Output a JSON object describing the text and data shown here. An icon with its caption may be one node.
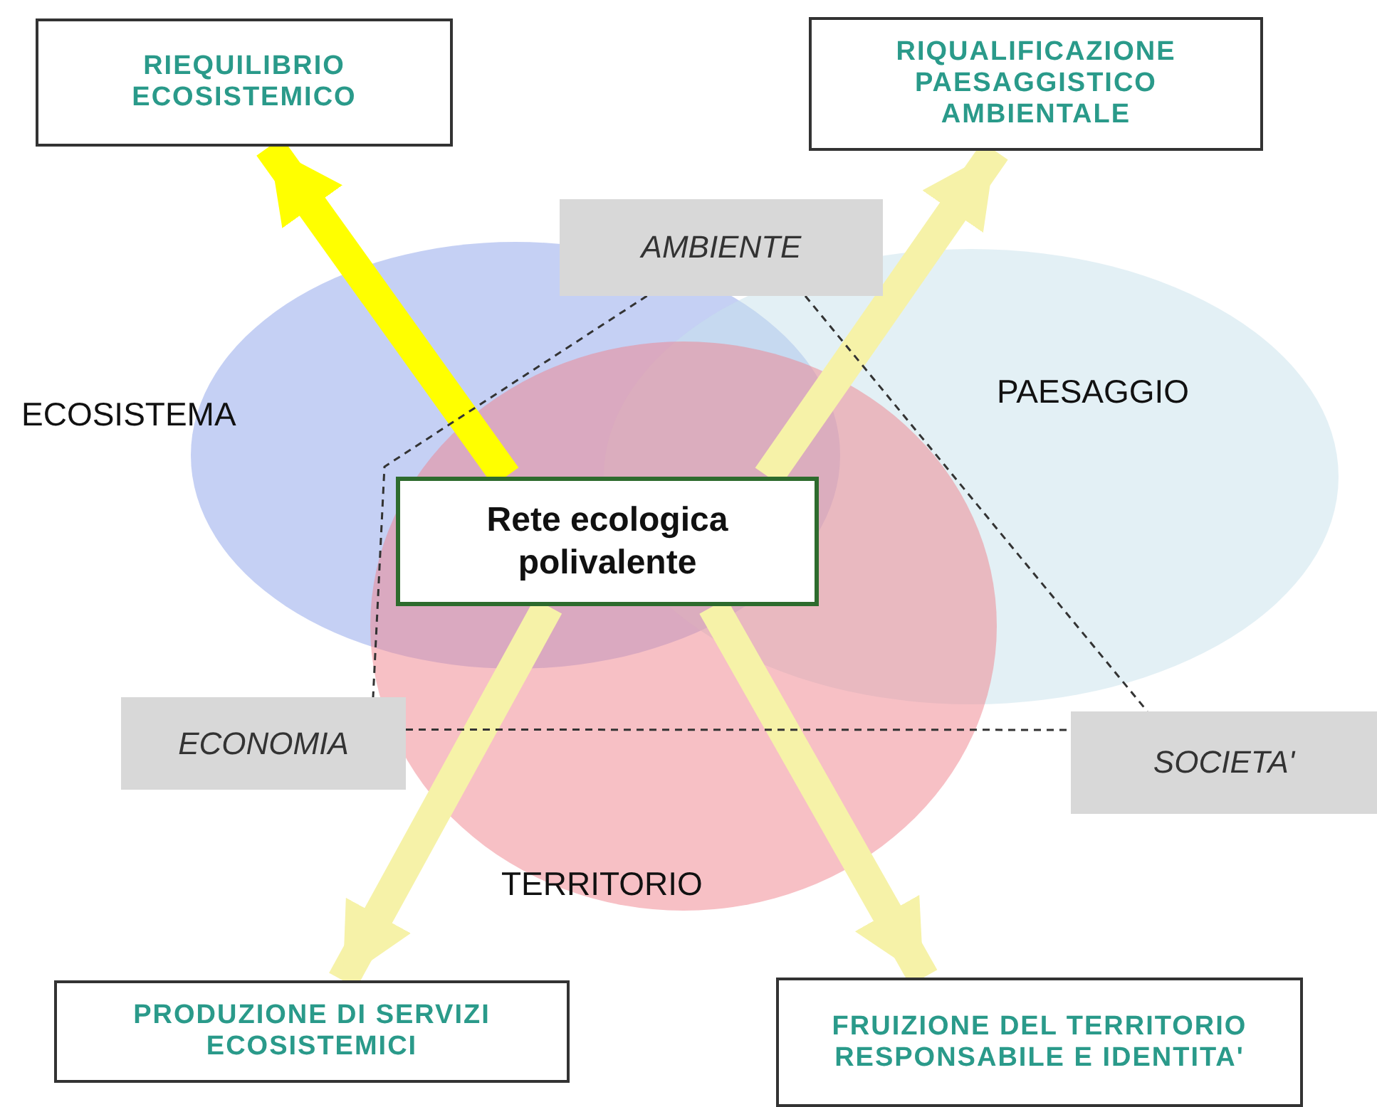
{
  "diagram": {
    "nodes": [
      {
        "text": [
          "RIEQUILIBRIO ECOSISTEMICO"
        ]
      },
      {
        "text": [
          "RIQUALIFICAZIONE PAESAGGISTICO AMBIENTALE"
        ]
      },
      {
        "text": [
          "Rete ecologica polivalente"
        ]
      },
      {
        "text": [
          "AMBIENTE"
        ]
      },
      {
        "text": [
          "ECONOMIA"
        ]
      },
      {
        "text": [
          "SOCIETA'"
        ]
      },
      {
        "text": [
          "PRODUZIONE DI SERVIZI ECOSISTEMICI"
        ]
      },
      {
        "text": [
          "FRUIZIONE DEL TERRITORIO RESPONSABILE E IDENTITA'"
        ]
      }
    ],
    "edges": [
      {
        "from": 2,
        "to": 0,
        "arrow": "to",
        "color": "#ffff00"
      },
      {
        "from": 2,
        "to": 1,
        "arrow": "to"
      },
      {
        "from": 2,
        "to": 6,
        "arrow": "to"
      },
      {
        "from": 2,
        "to": 7,
        "arrow": "to"
      },
      {
        "from": 3,
        "to": 4,
        "arrow": "none",
        "style": "dashed",
        "color": "#333333"
      },
      {
        "from": 3,
        "to": 5,
        "arrow": "none",
        "style": "dashed",
        "color": "#333333"
      },
      {
        "from": 4,
        "to": 5,
        "arrow": "none",
        "style": "dashed",
        "color": "#333333"
      }
    ],
    "labels": [
      "ECOSISTEMA",
      "PAESAGGIO",
      "TERRITORIO"
    ]
  }
}
